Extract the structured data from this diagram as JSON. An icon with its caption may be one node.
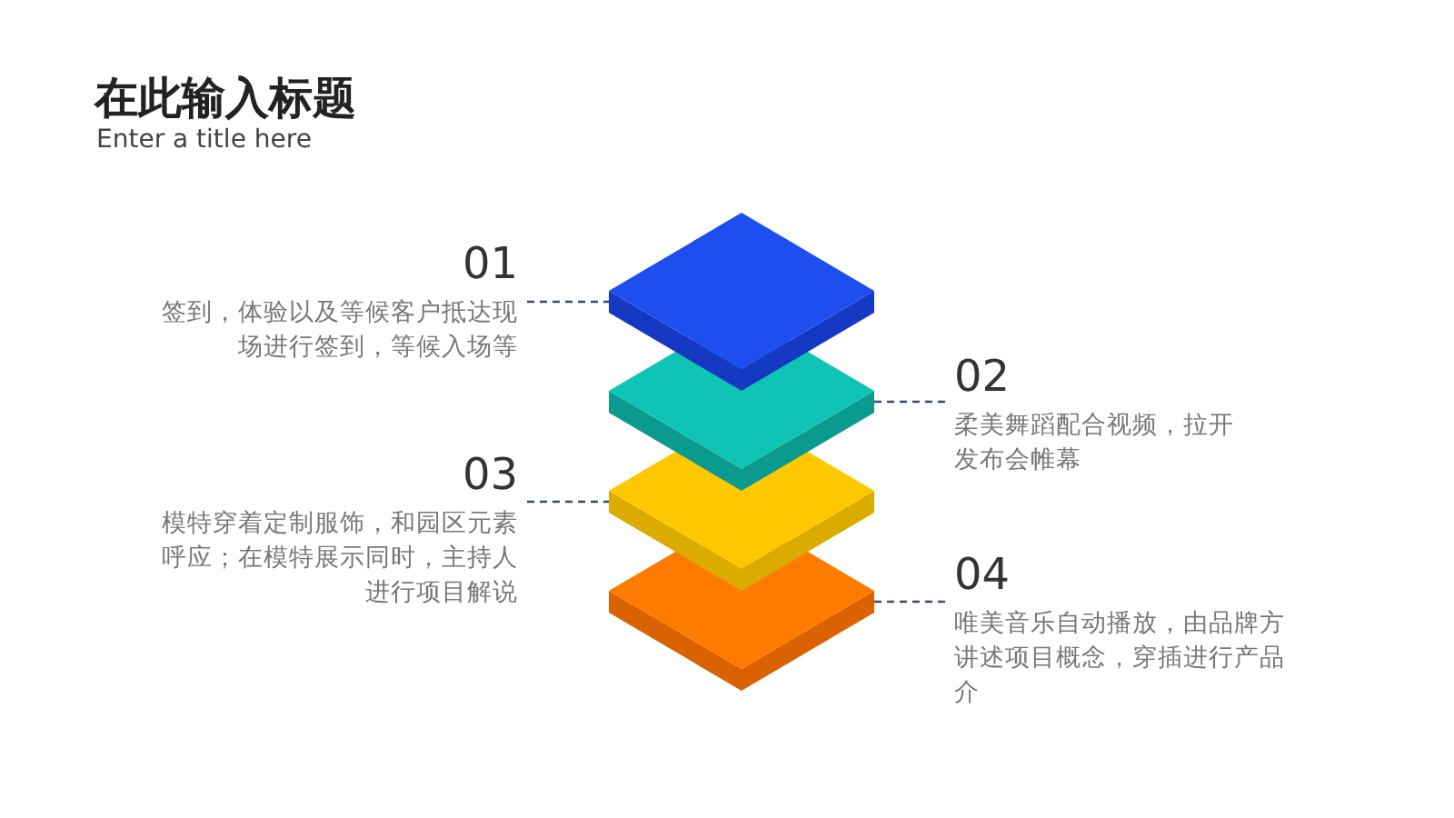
{
  "diagram": {
    "title": "在此输入标题",
    "caption": "Enter a title here",
    "nodes": [
      {
        "text": [
          "01",
          "签到，体验以及等候客户抵达现场进行签到，等候入场等"
        ]
      },
      {
        "text": [
          "02",
          "柔美舞蹈配合视频，拉开发布会帷幕"
        ]
      },
      {
        "text": [
          "03",
          "模特穿着定制服饰，和园区元素呼应；在模特展示同时，主持人进行项目解说"
        ]
      },
      {
        "text": [
          "04",
          "唯美音乐自动播放，由品牌方讲述项目概念，穿插进行产品介"
        ]
      },
      {
        "text": [],
        "shape": "diamond"
      },
      {
        "text": [],
        "shape": "diamond"
      },
      {
        "text": [],
        "shape": "diamond"
      },
      {
        "text": [],
        "shape": "diamond"
      }
    ],
    "edges": [
      {
        "from": 0,
        "to": 4,
        "arrow": "none",
        "style": "dashed"
      },
      {
        "from": 1,
        "to": 5,
        "arrow": "none",
        "style": "dashed"
      },
      {
        "from": 2,
        "to": 6,
        "arrow": "none",
        "style": "dashed"
      },
      {
        "from": 3,
        "to": 7,
        "arrow": "none",
        "style": "dashed"
      }
    ]
  }
}
